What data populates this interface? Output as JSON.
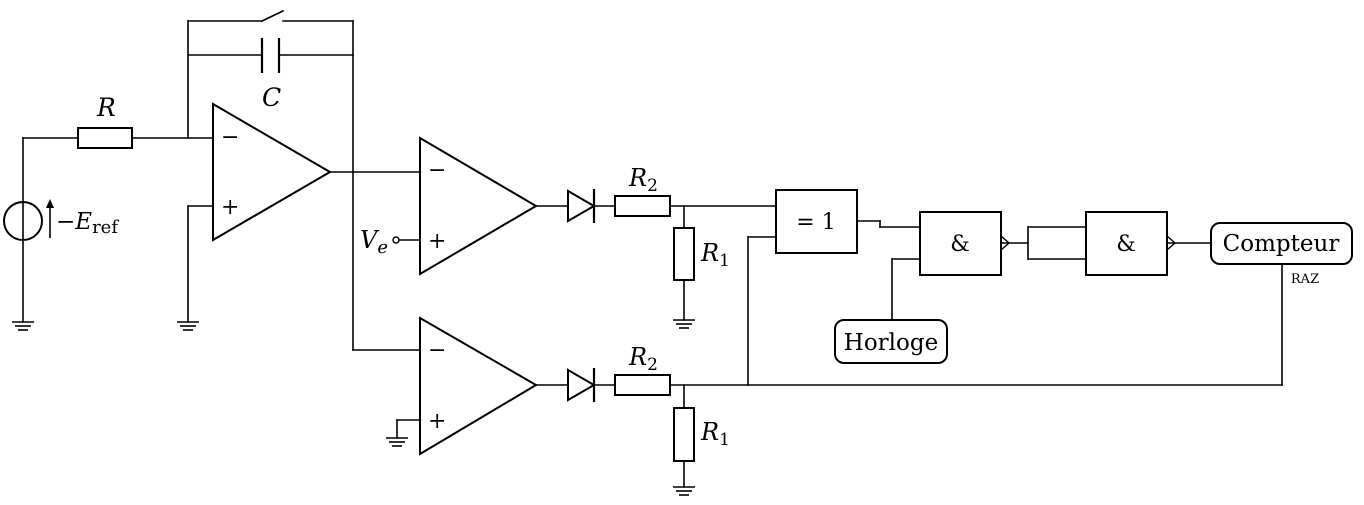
{
  "labels": {
    "R": "R",
    "C": "C",
    "Ve_main": "V",
    "Ve_sub": "e",
    "E_prefix": "−",
    "E_main": "E",
    "E_sub": "ref",
    "R2_main": "R",
    "R2_sub": "2",
    "R1_main": "R",
    "R1_sub": "1",
    "minus": "−",
    "plus": "+"
  },
  "blocks": {
    "xor": "= 1",
    "and": "&",
    "horloge": "Horloge",
    "compteur": "Compteur",
    "raz": "RAZ"
  }
}
